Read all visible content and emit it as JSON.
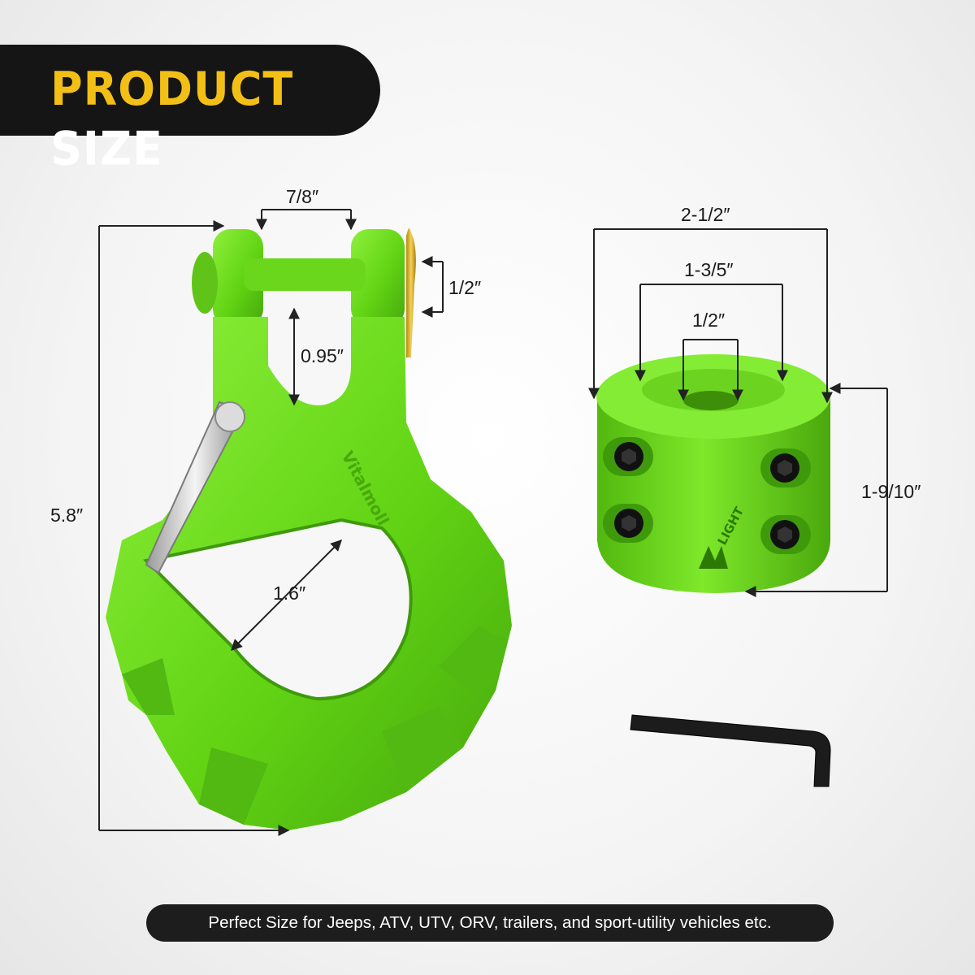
{
  "banner": {
    "word1": "PRODUCT",
    "word2": "SIZE"
  },
  "hook": {
    "brand_mark": "Vitalmoll",
    "dims": {
      "top_width": "7/8″",
      "pin": "1/2″",
      "throat": "0.95″",
      "height": "5.8″",
      "opening": "1.6″"
    }
  },
  "stopper": {
    "brand_mark": "LIGHT",
    "dims": {
      "outer": "2-1/2″",
      "inner": "1-3/5″",
      "hole": "1/2″",
      "height": "1-9/10″"
    }
  },
  "footer": {
    "caption": "Perfect Size for Jeeps, ATV, UTV, ORV, trailers, and sport-utility vehicles etc."
  },
  "colors": {
    "product_green": "#6fe01e",
    "accent_yellow": "#f2bf16",
    "banner_bg": "#151515"
  }
}
